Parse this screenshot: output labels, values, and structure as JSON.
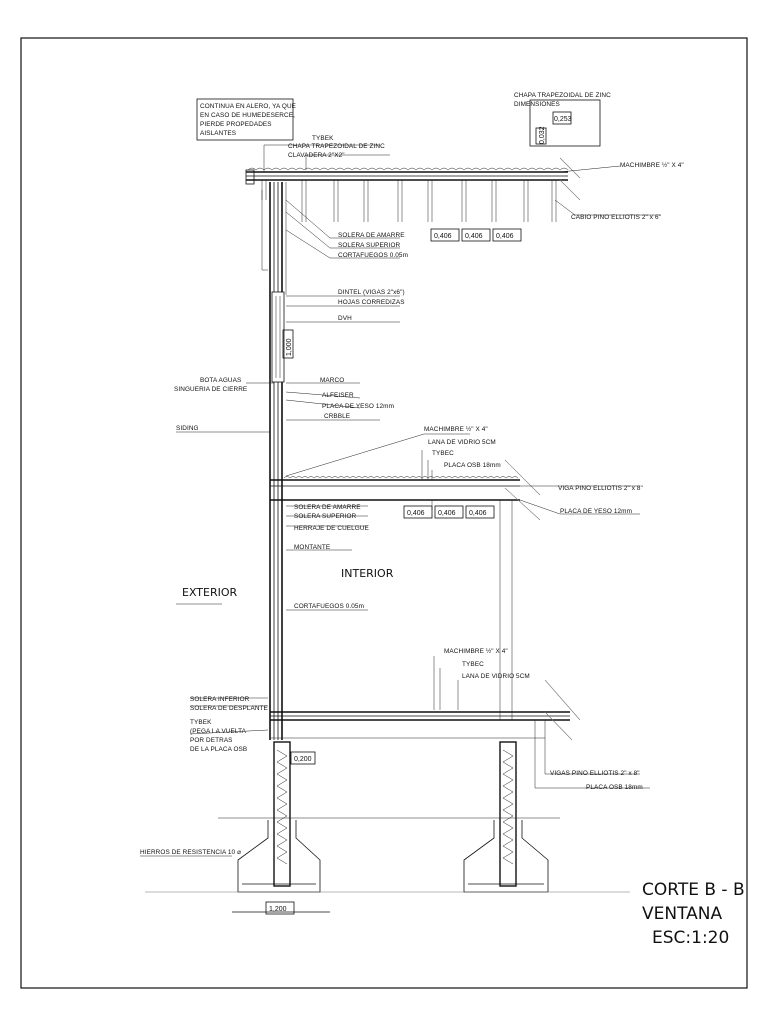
{
  "labels": {
    "note_alero": [
      "CONTINUA EN ALERO, YA QUE",
      "EN CASO DE HUMEDESERCE,",
      "PIERDE PROPEDADES",
      "AISLANTES"
    ],
    "chapa_box": [
      "CHAPA TRAPEZOIDAL DE ZINC",
      "DIMENSIONES"
    ],
    "tybek_top": "TYBEK",
    "chapa_zinc": "CHAPA TRAPEZOIDAL DE ZINC",
    "clavadera": "CLAVADERA 2\"X2\"",
    "machimbre_top": "MACHIMBRE ½\" X 4\"",
    "cabio": "CABIO PINO ELLIOTIS 2\" x 6\"",
    "solera_amarre_top": "SOLERA DE AMARRE",
    "solera_superior_top": "SOLERA SUPERIOR",
    "cortafuegos_top": "CORTAFUEGOS 0.05m",
    "dintel": "DINTEL (VIGAS 2\"x6\")",
    "hojas": "HOJAS CORREDIZAS",
    "dvh": "DVH",
    "bota_aguas": "BOTA AGUAS",
    "singueria": "SINGUERIA DE CIERRE",
    "marco": "MARCO",
    "alfeiser": "ALFEISER",
    "placa_yeso_wall": "PLACA DE YESO 12mm",
    "crbble": "CRBBLE",
    "siding": "SIDING",
    "machimbre_mid": "MACHIMBRE ½\" X 4\"",
    "lana_mid": "LANA DE VIDRIO 5CM",
    "tybec_mid": "TYBEC",
    "placa_osb_mid": "PLACA OSB 18mm",
    "viga_mid": "VIGA PINO ELLIOTIS 2\" x 8\"",
    "placa_yeso_mid": "PLACA DE YESO 12mm",
    "solera_amarre_mid": "SOLERA DE AMARRE",
    "solera_superior_mid": "SOLERA SUPERIOR",
    "herraje": "HERRAJE DE CUELGUE",
    "montante": "MONTANTE",
    "interior": "INTERIOR",
    "exterior": "EXTERIOR",
    "cortafuegos_mid": "CORTAFUEGOS 0.05m",
    "machimbre_low": "MACHIMBRE ½\" X 4\"",
    "tybec_low": "TYBEC",
    "lana_low": "LANA DE VIDRIO 5CM",
    "solera_inferior": "SOLERA INFERIOR",
    "solera_desplante": "SOLERA DE DESPLANTE",
    "tybek_note": [
      "TYBEK",
      "(PEGA LA VUELTA",
      "POR DETRAS",
      "DE LA PLACA OSB"
    ],
    "vigas_low": "VIGAS PINO ELLIOTIS 2\" x 8\"",
    "placa_osb_low": "PLACA OSB 18mm",
    "hierros": "HIERROS DE RESISTENCIA 10 ⌀"
  },
  "dimensions": {
    "d253": "0,253",
    "d032": "0,032",
    "d406a": "0,406",
    "d406b": "0,406",
    "d406c": "0,406",
    "d1000": "1,000",
    "d406d": "0,406",
    "d406e": "0,406",
    "d406f": "0,406",
    "d200": "0,200",
    "d1200": "1,200"
  },
  "title_block": {
    "line1": "CORTE B - B",
    "line2": "VENTANA",
    "line3": "ESC:1:20"
  }
}
